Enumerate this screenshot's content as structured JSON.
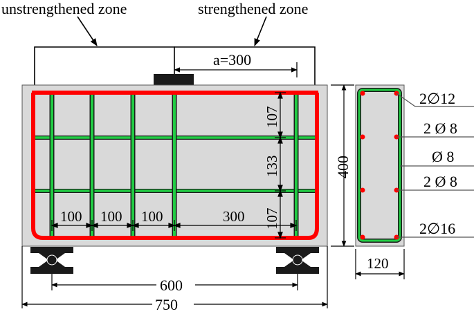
{
  "zones": {
    "unstrengthened": "unstrengthened zone",
    "strengthened": "strengthened zone"
  },
  "shear_span_label": "a=300",
  "dimensions": {
    "spacing_1": "100",
    "spacing_2": "100",
    "spacing_3": "100",
    "spacing_4": "300",
    "vertical_top": "107",
    "vertical_mid": "133",
    "vertical_bottom": "107",
    "beam_height": "400",
    "support_span": "600",
    "beam_length": "750",
    "section_width": "120"
  },
  "section_labels": {
    "top_bars": "2∅12",
    "web_bars_upper": "2 Ø 8",
    "stirrup": "Ø 8",
    "web_bars_lower": "2 Ø 8",
    "bottom_bars": "2∅16"
  },
  "colors": {
    "concrete": "#d9d9d9",
    "longitudinal_bar": "#ff0000",
    "web_bar": "#22cc44",
    "support": "#1a1a1a"
  }
}
